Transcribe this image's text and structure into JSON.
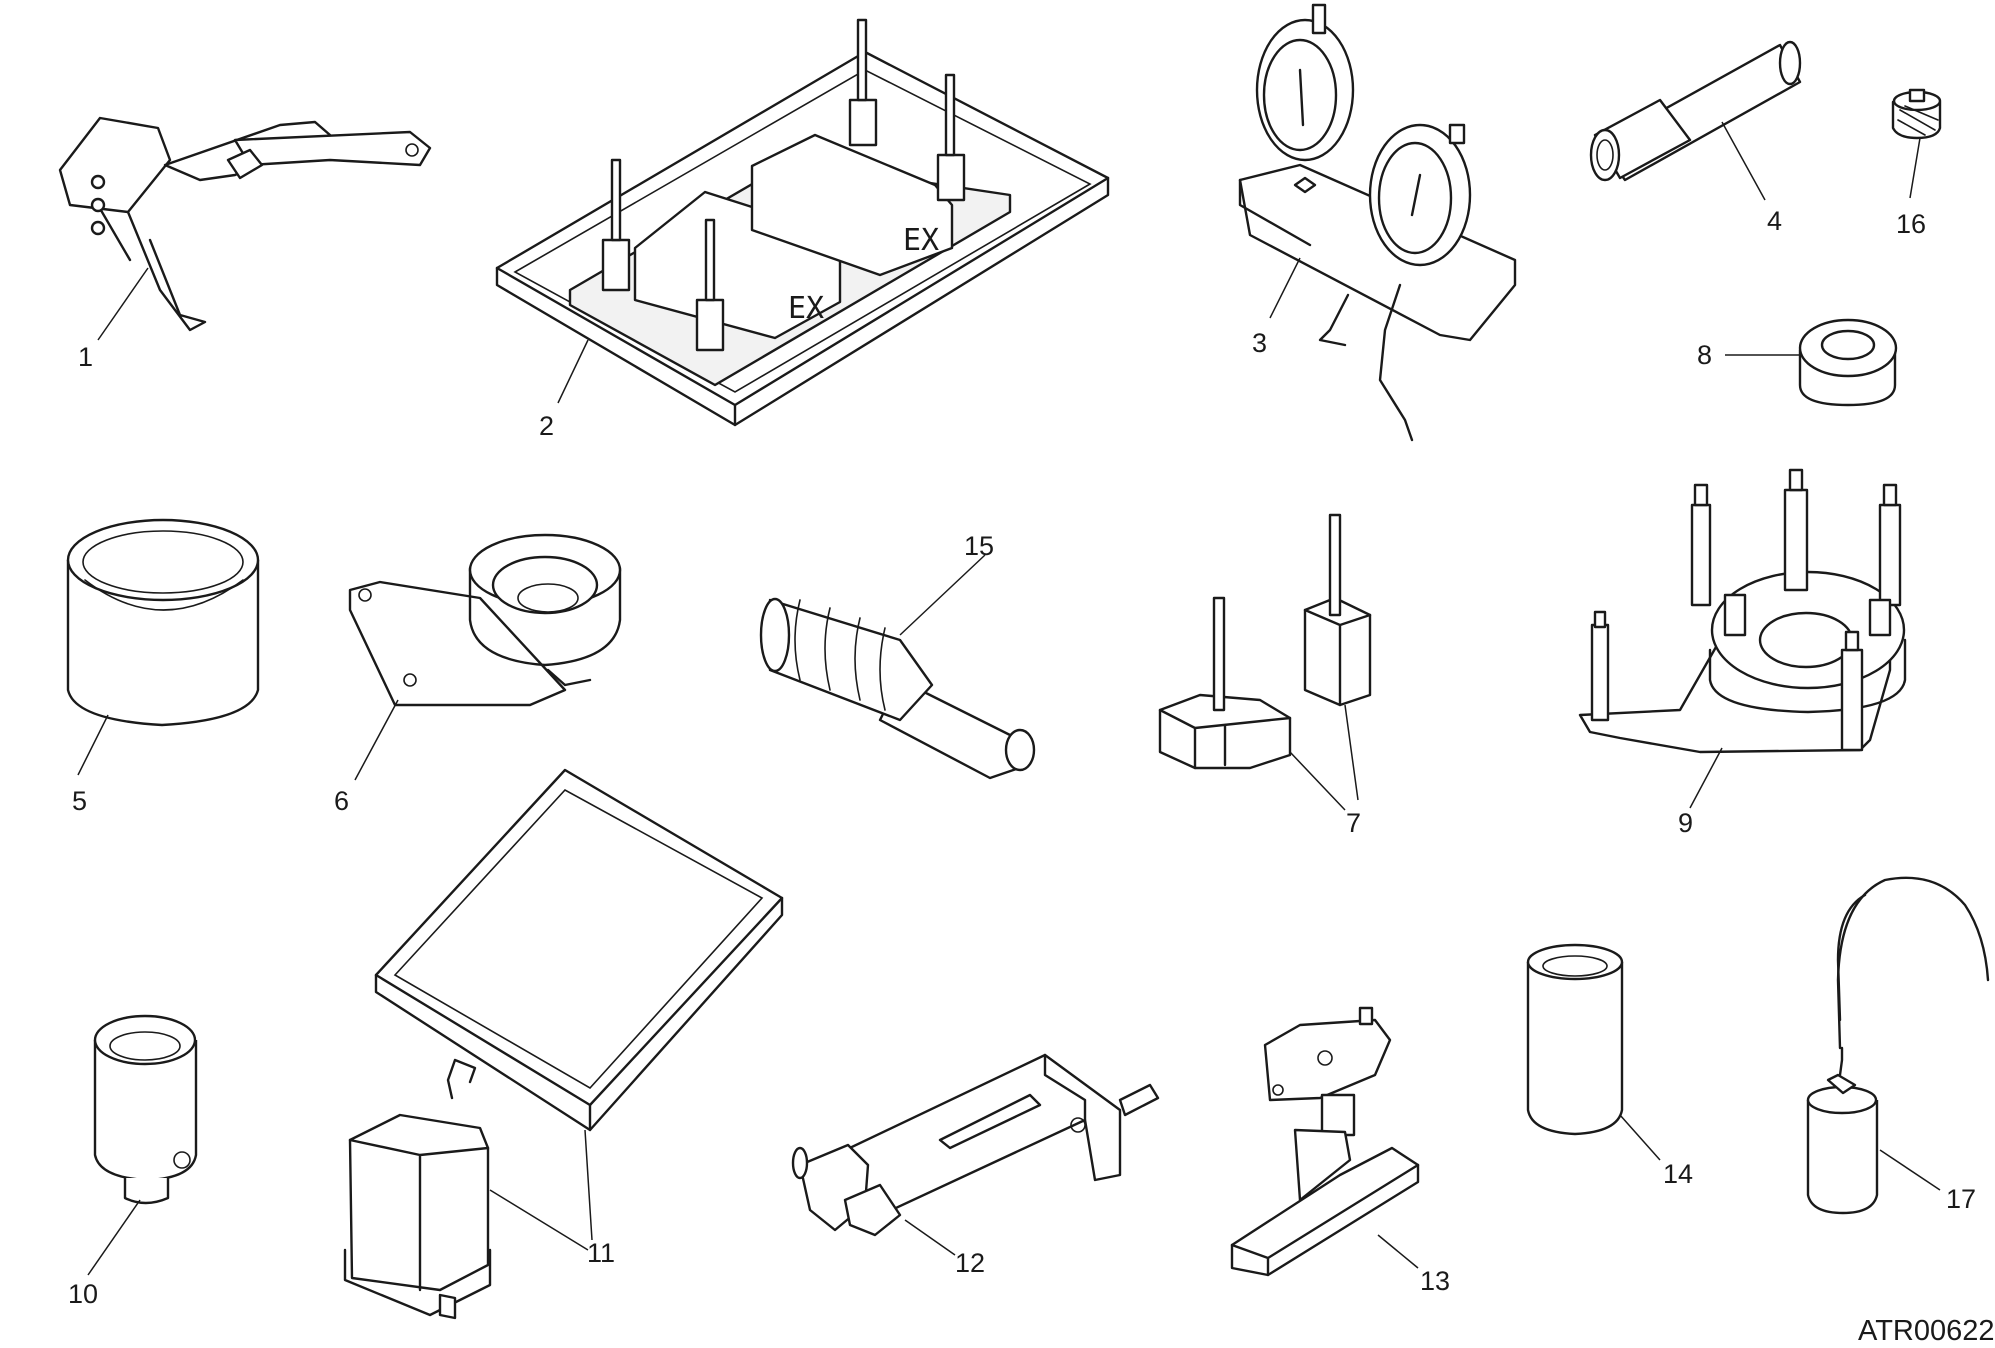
{
  "drawing": {
    "code": "ATR00622",
    "part_labels": [
      "1",
      "2",
      "3",
      "4",
      "5",
      "6",
      "7",
      "8",
      "9",
      "10",
      "11",
      "12",
      "13",
      "14",
      "15",
      "16",
      "17"
    ],
    "marking": {
      "ex_left": "EX",
      "ex_right": "EX"
    }
  }
}
